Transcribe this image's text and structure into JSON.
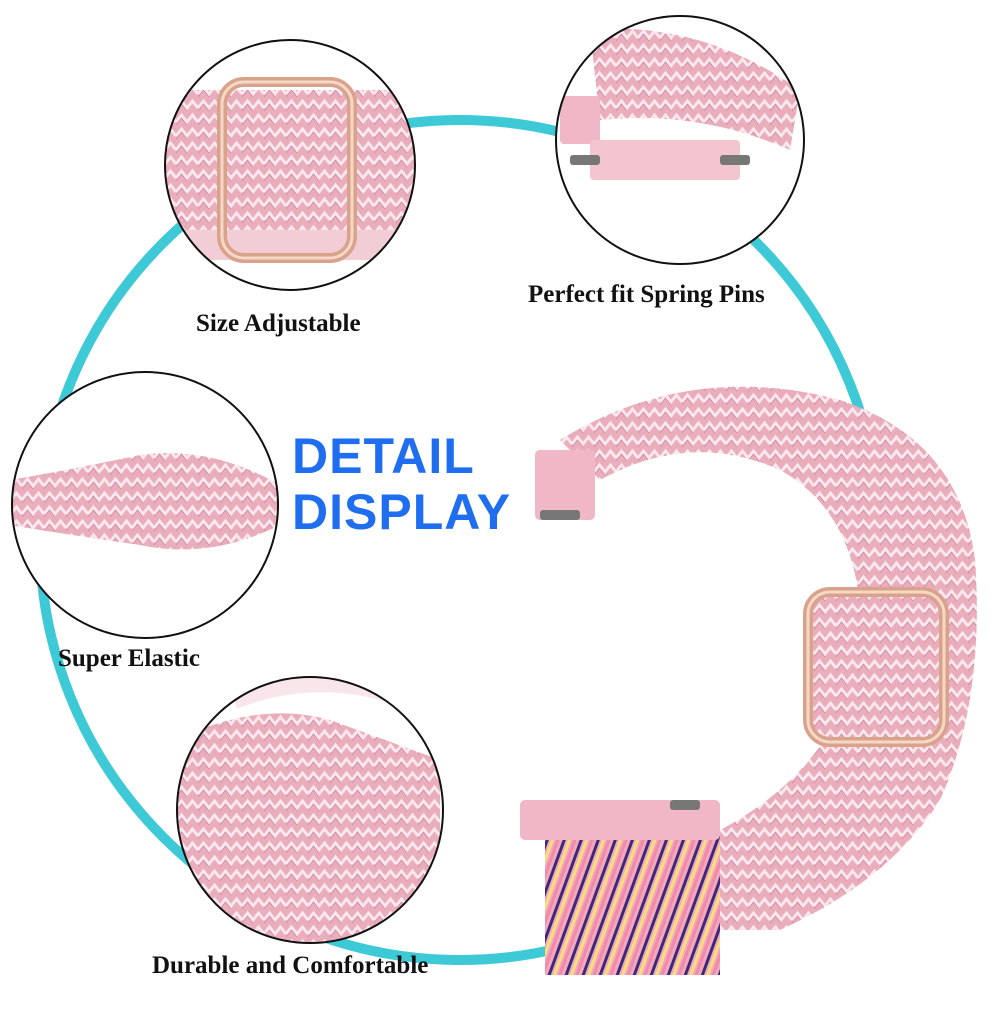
{
  "title": {
    "line1": "DETAIL",
    "line2": "DISPLAY"
  },
  "features": [
    {
      "label": "Size Adjustable"
    },
    {
      "label": "Perfect fit Spring Pins"
    },
    {
      "label": "Super Elastic"
    },
    {
      "label": "Durable and Comfortable"
    }
  ],
  "colors": {
    "ring": "#3ec9d6",
    "title": "#1f6ef0",
    "band": "#e8aab8",
    "band_light": "#f6dbe2",
    "buckle": "#d9a28a",
    "outline": "#111111"
  },
  "icons": [
    "watch-band-product"
  ]
}
